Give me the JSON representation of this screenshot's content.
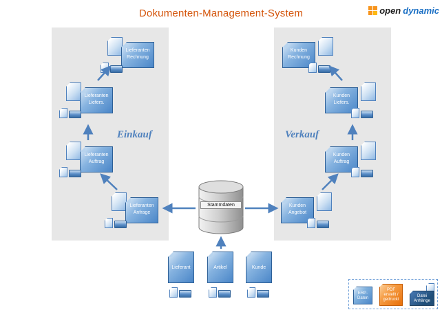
{
  "title": "Dokumenten-Management-System",
  "logo": {
    "open": "open",
    "dynamic": "dynamic"
  },
  "einkauf": {
    "label": "Einkauf",
    "docs": {
      "rechnung": {
        "line1": "Lieferanten",
        "line2": "Rechnung"
      },
      "liefers": {
        "line1": "Lieferanten",
        "line2": "Liefers."
      },
      "auftrag": {
        "line1": "Lieferanten",
        "line2": "Auftrag"
      },
      "anfrage": {
        "line1": "Lieferanten",
        "line2": "Anfrage"
      }
    }
  },
  "verkauf": {
    "label": "Verkauf",
    "docs": {
      "rechnung": {
        "line1": "Kunden",
        "line2": "Rechnung"
      },
      "liefers": {
        "line1": "Kunden",
        "line2": "Liefers."
      },
      "auftrag": {
        "line1": "Kunden",
        "line2": "Auftrag"
      },
      "angebot": {
        "line1": "Kunden",
        "line2": "Angebot"
      }
    }
  },
  "database": {
    "label": "Stammdaten"
  },
  "master": {
    "lieferant": "Lieferant",
    "artikel": "Artikel",
    "kunde": "Kunde"
  },
  "legend": {
    "erp": {
      "line1": "ERP-",
      "line2": "Daten"
    },
    "pdf": {
      "line1": "PDF",
      "line2": "erstellt /",
      "line3": "gedruckt"
    },
    "datei": {
      "line1": "Datei",
      "line2": "Anhänge"
    }
  },
  "colors": {
    "accent_blue": "#4f81bd",
    "title_orange": "#d4540a",
    "panel_gray": "#e7e7e7",
    "pdf_orange": "#e8700a",
    "dark_blue": "#1f4e79",
    "logo_orange": "#f7941d",
    "logo_blue": "#1a6fc4"
  }
}
